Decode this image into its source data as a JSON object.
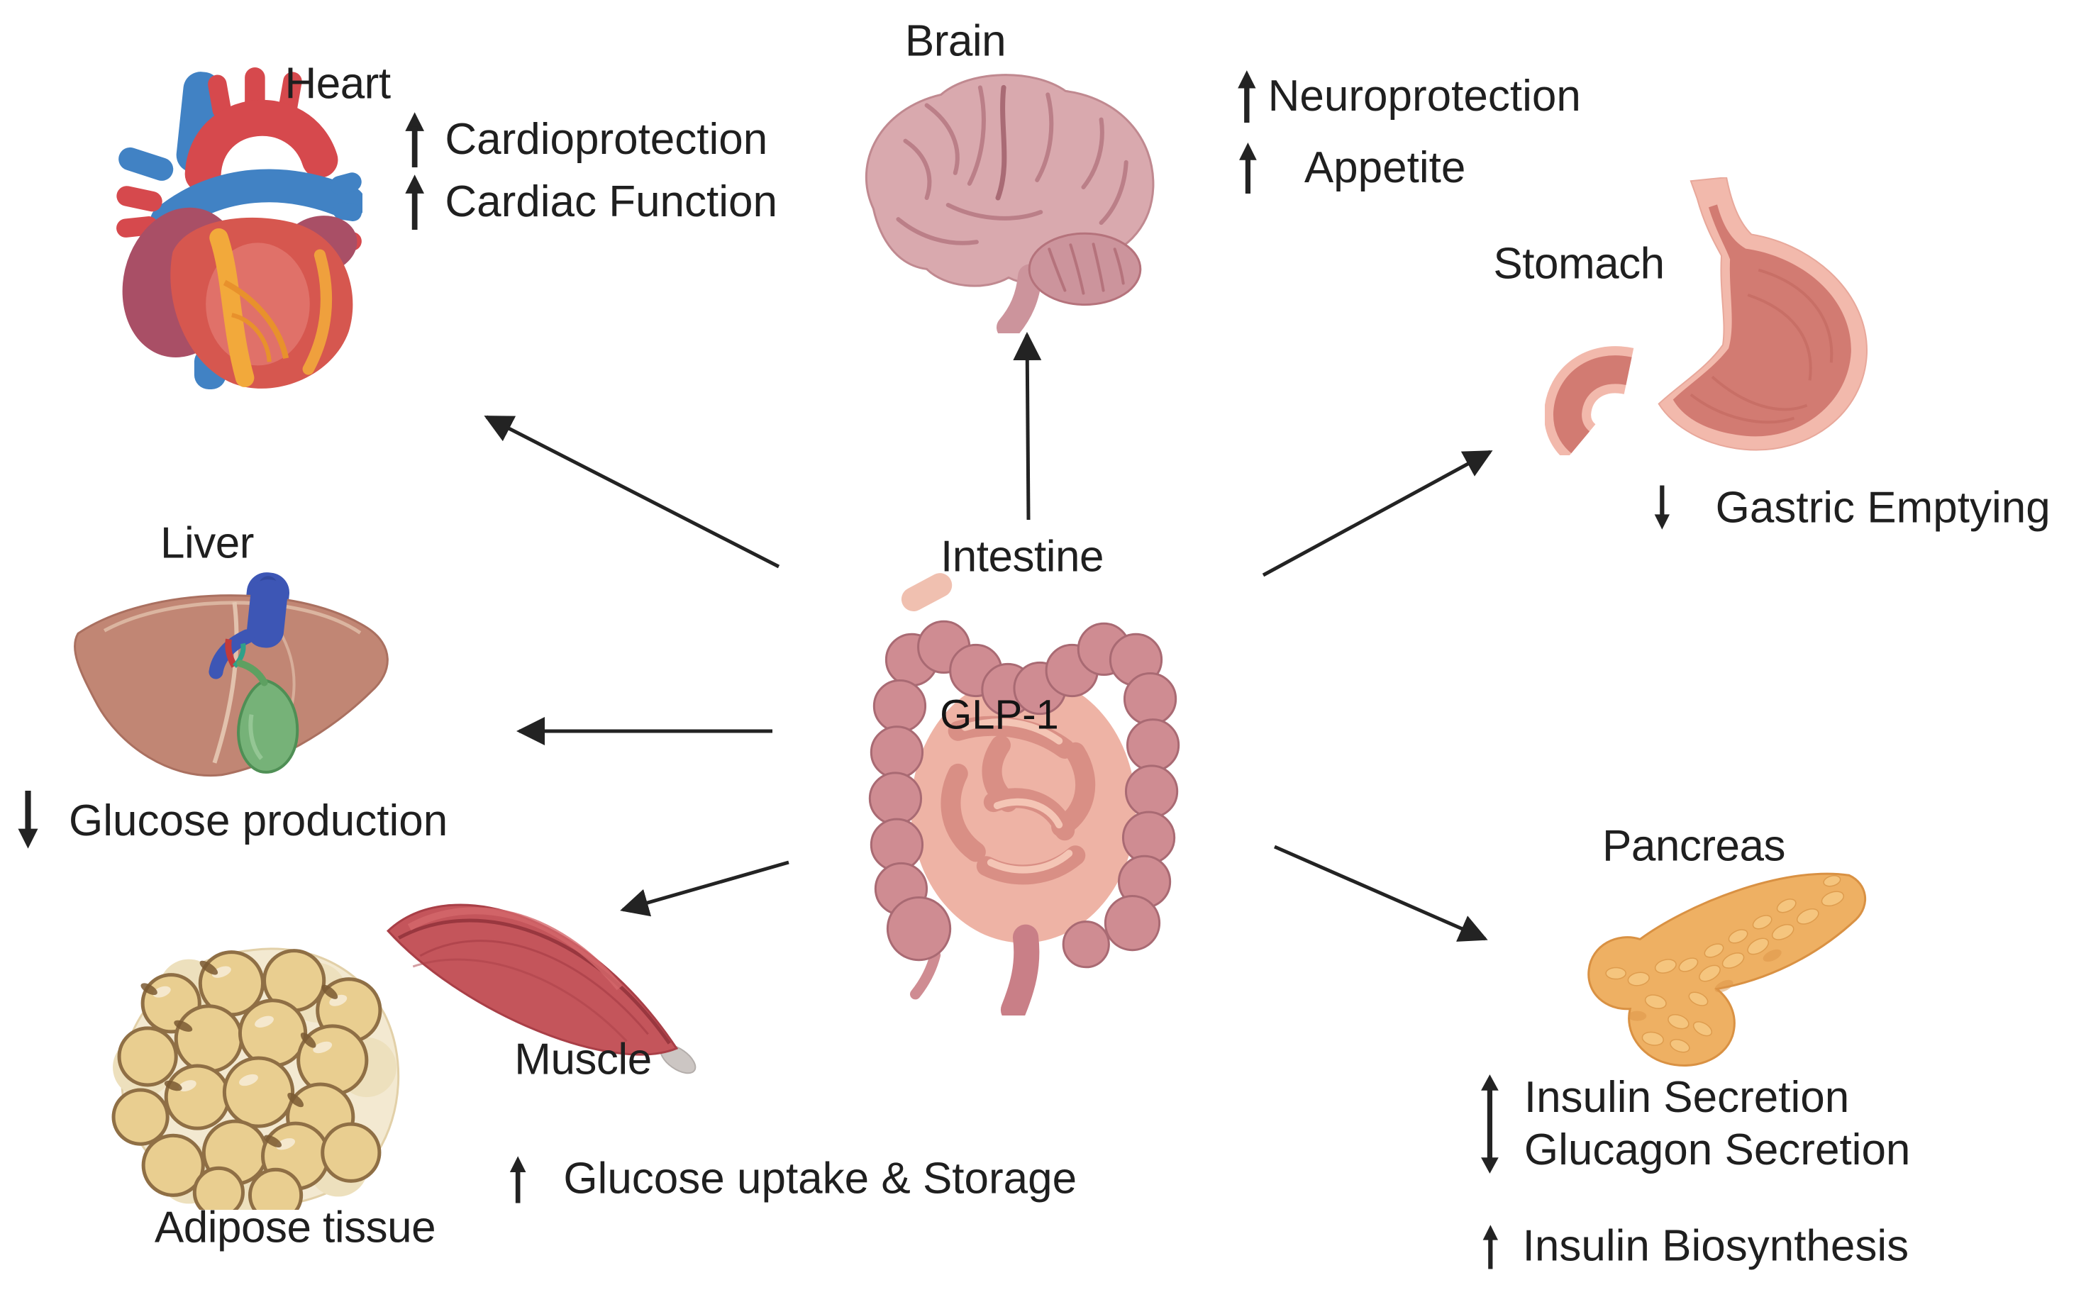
{
  "palette": {
    "background": "#ffffff",
    "text": "#1f1f1f",
    "arrow": "#232323",
    "heart_red": "#d6494d",
    "vessel_blue": "#4182c4",
    "atrium_maroon": "#a94f66",
    "coronary_orange": "#f2a93b",
    "brain_pink": "#d9a9ae",
    "stomach_rim": "#f2b9ac",
    "stomach_body": "#d27b72",
    "liver_brown": "#c18674",
    "portal_vein_blue": "#3d56b5",
    "gallbladder_green": "#76b278",
    "colon_pink": "#cf8c92",
    "small_intestine_salmon": "#eeb3a5",
    "muscle_red": "#c4555b",
    "tendon_grey": "#ccc6c3",
    "adipose_tan": "#e9ce90",
    "pancreas_orange": "#eeb063"
  },
  "source": {
    "organ_label": "Intestine",
    "hormone_label": "GLP-1"
  },
  "organs": {
    "heart": {
      "label": "Heart",
      "effects": [
        {
          "direction": "up",
          "text": "Cardioprotection"
        },
        {
          "direction": "up",
          "text": "Cardiac Function"
        }
      ]
    },
    "brain": {
      "label": "Brain",
      "effects": [
        {
          "direction": "up",
          "text": "Neuroprotection"
        },
        {
          "direction": "up",
          "text": "Appetite"
        }
      ]
    },
    "stomach": {
      "label": "Stomach",
      "effects": [
        {
          "direction": "down",
          "text": "Gastric Emptying"
        }
      ]
    },
    "liver": {
      "label": "Liver",
      "effects": [
        {
          "direction": "down",
          "text": "Glucose production"
        }
      ]
    },
    "muscle": {
      "label": "Muscle",
      "effects": [
        {
          "direction": "up",
          "text": "Glucose uptake & Storage"
        }
      ]
    },
    "adipose": {
      "label": "Adipose tissue",
      "effects": []
    },
    "pancreas": {
      "label": "Pancreas",
      "effects": [
        {
          "direction": "up-down",
          "text_up": "Insulin Secretion",
          "text_down": "Glucagon Secretion"
        },
        {
          "direction": "up",
          "text": "Insulin Biosynthesis"
        }
      ]
    }
  }
}
